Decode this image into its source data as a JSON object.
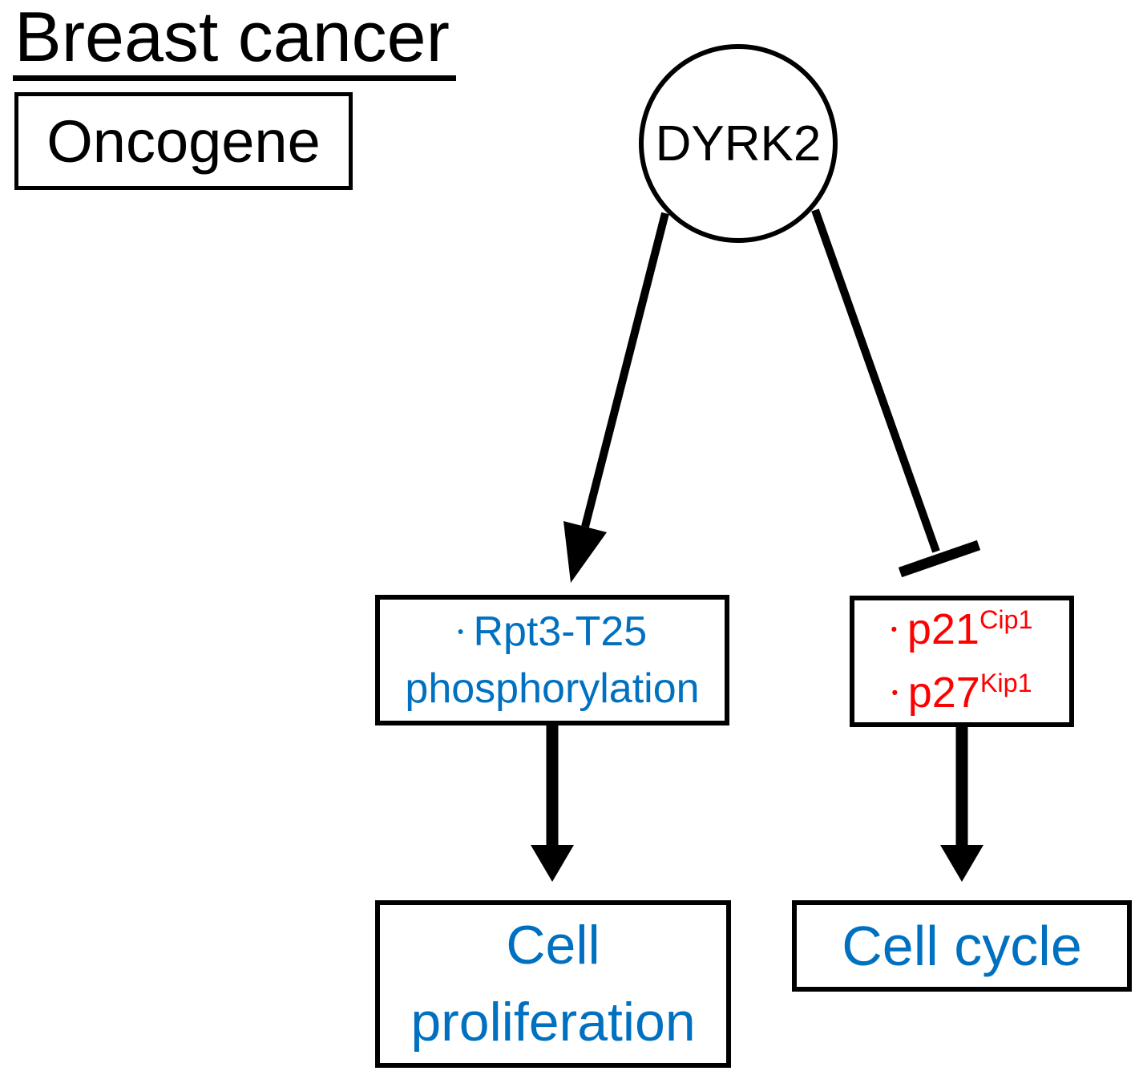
{
  "title": "Breast cancer",
  "oncogene": {
    "label": "Oncogene"
  },
  "node": {
    "label": "DYRK2"
  },
  "substrate_box": {
    "bullet": "•",
    "name": "Rpt3-T25",
    "line2": "phosphorylation"
  },
  "inhibitor_box": {
    "bullet": "•",
    "items": [
      {
        "base": "p21",
        "sup": "Cip1"
      },
      {
        "base": "p27",
        "sup": "Kip1"
      }
    ]
  },
  "outcome_left": {
    "line1": "Cell",
    "line2": "proliferation"
  },
  "outcome_right": {
    "label": "Cell cycle"
  },
  "edges": [
    {
      "from": "DYRK2",
      "to": "Rpt3-T25 phosphorylation",
      "type": "activation-arrow"
    },
    {
      "from": "DYRK2",
      "to": "p21Cip1 / p27Kip1",
      "type": "inhibition-bar"
    },
    {
      "from": "Rpt3-T25 phosphorylation",
      "to": "Cell proliferation",
      "type": "activation-arrow"
    },
    {
      "from": "p21Cip1 / p27Kip1",
      "to": "Cell cycle",
      "type": "activation-arrow"
    }
  ],
  "colors": {
    "blue": "#0070c0",
    "red": "#ff0000",
    "ink": "#000000"
  }
}
